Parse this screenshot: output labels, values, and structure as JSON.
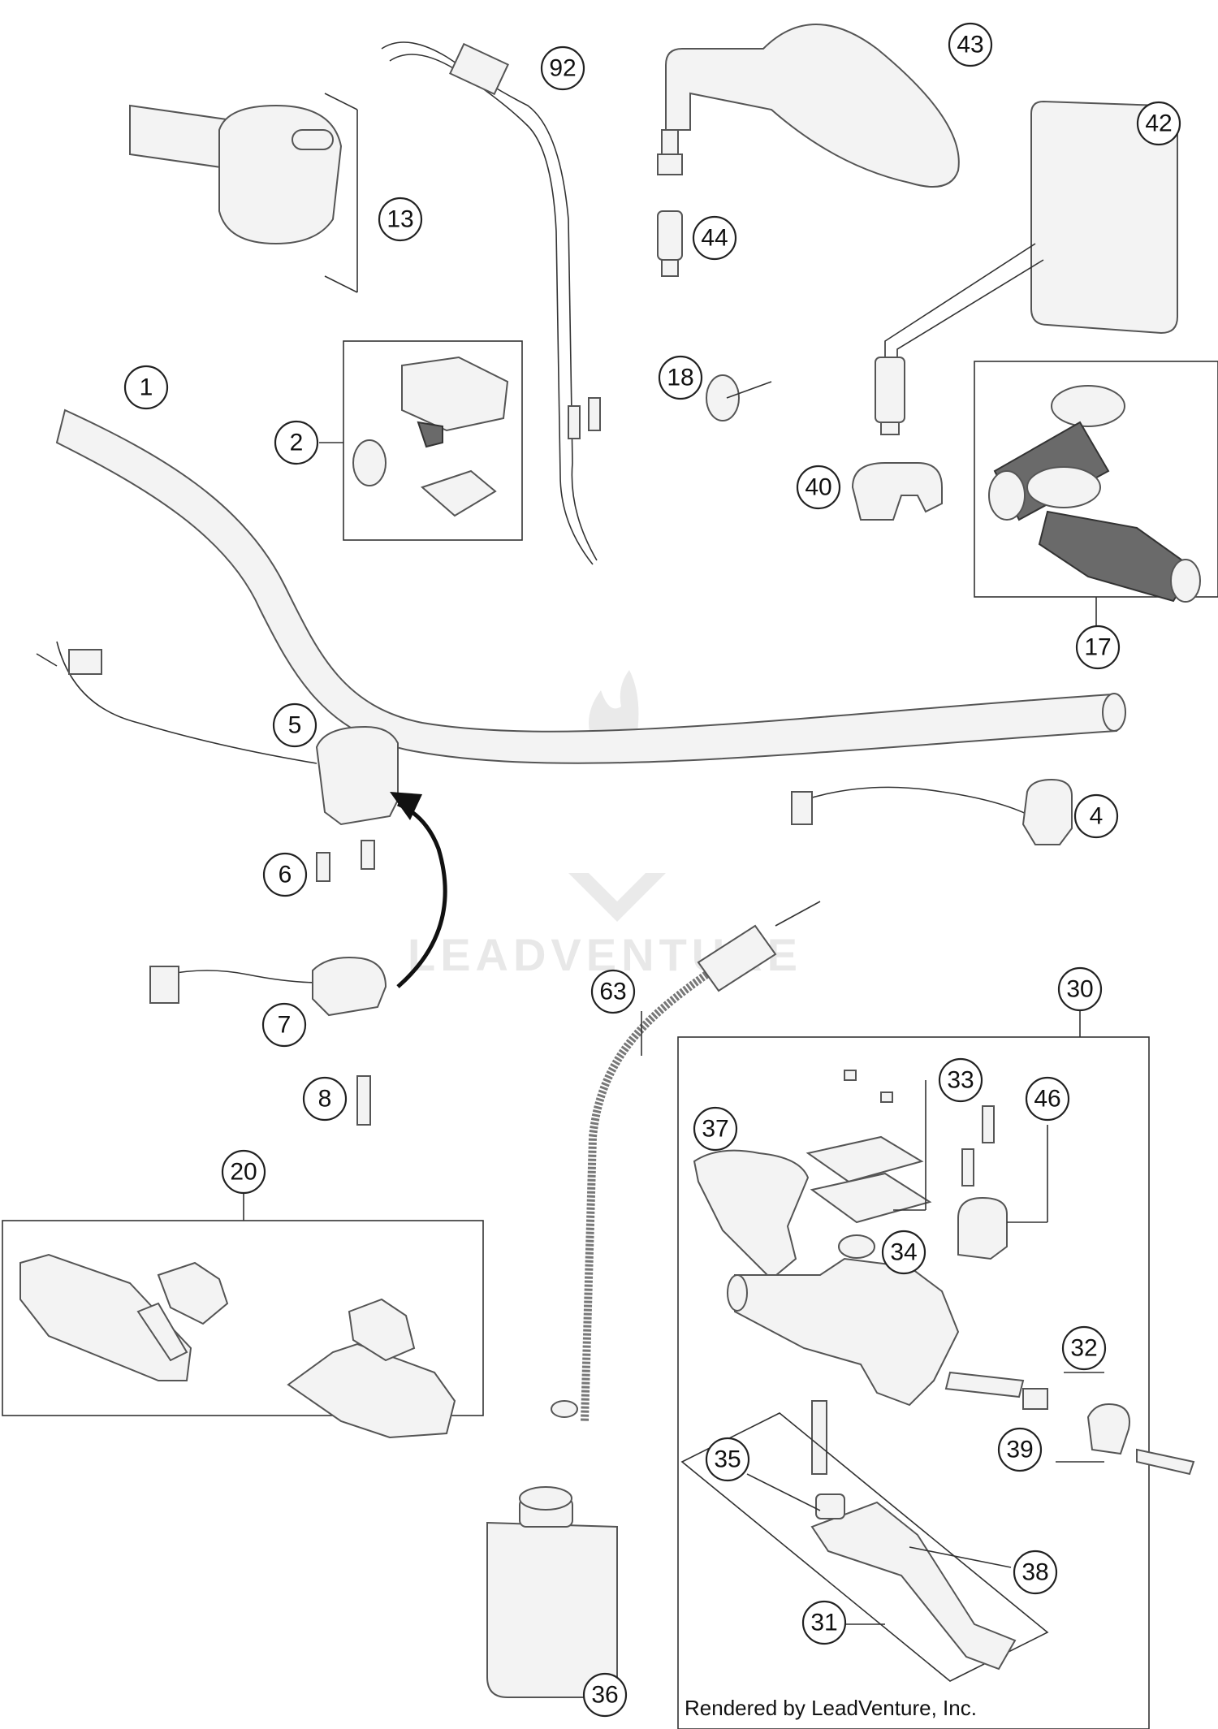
{
  "credit": "Rendered by LeadVenture, Inc.",
  "watermark": "LEADVENTURE",
  "callouts": [
    "1",
    "2",
    "4",
    "5",
    "6",
    "7",
    "8",
    "13",
    "17",
    "18",
    "20",
    "30",
    "31",
    "32",
    "33",
    "34",
    "35",
    "36",
    "37",
    "38",
    "39",
    "40",
    "42",
    "43",
    "44",
    "46",
    "63",
    "92"
  ],
  "colors": {
    "line": "#333333",
    "part_fill": "#f3f3f3",
    "grip_dark": "#6a6a6a",
    "watermark": "#d6d6d6"
  }
}
